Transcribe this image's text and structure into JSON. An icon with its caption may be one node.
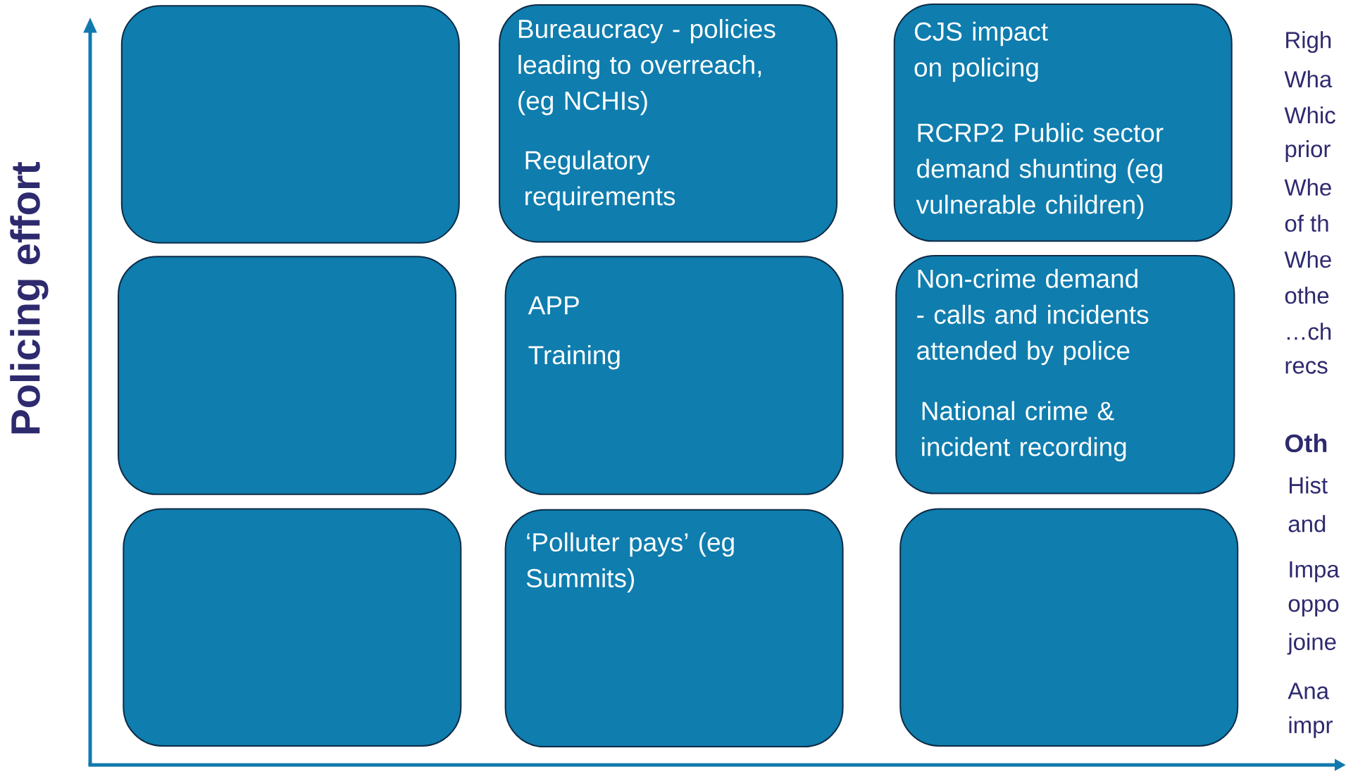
{
  "diagram": {
    "nodes": [
      {
        "text": [],
        "shape": "box"
      },
      {
        "text": [
          "Bureaucracy - policies leading to overreach, (eg NCHIs)",
          "Regulatory requirements"
        ]
      },
      {
        "text": [
          "CJS impact on policing",
          "RCRP2 Public sector demand shunting (eg vulnerable children)"
        ]
      },
      {
        "text": [],
        "shape": "box"
      },
      {
        "text": [
          "APP",
          "Training"
        ]
      },
      {
        "text": [
          "Non-crime demand - calls and incidents attended by police",
          "National crime & incident recording"
        ]
      },
      {
        "text": [],
        "shape": "box"
      },
      {
        "text": [
          "‘Polluter pays’ (eg Summits)"
        ]
      },
      {
        "text": [],
        "shape": "box"
      }
    ],
    "labels": [
      "Policing effort",
      "Righ",
      "Wha",
      "Whic",
      "prior",
      "Whe",
      "of th",
      "Whe",
      "othe",
      "…ch",
      "recs",
      "Oth",
      "Hist",
      "and",
      "Impa",
      "oppo",
      "joine",
      "Ana",
      "impr"
    ]
  }
}
